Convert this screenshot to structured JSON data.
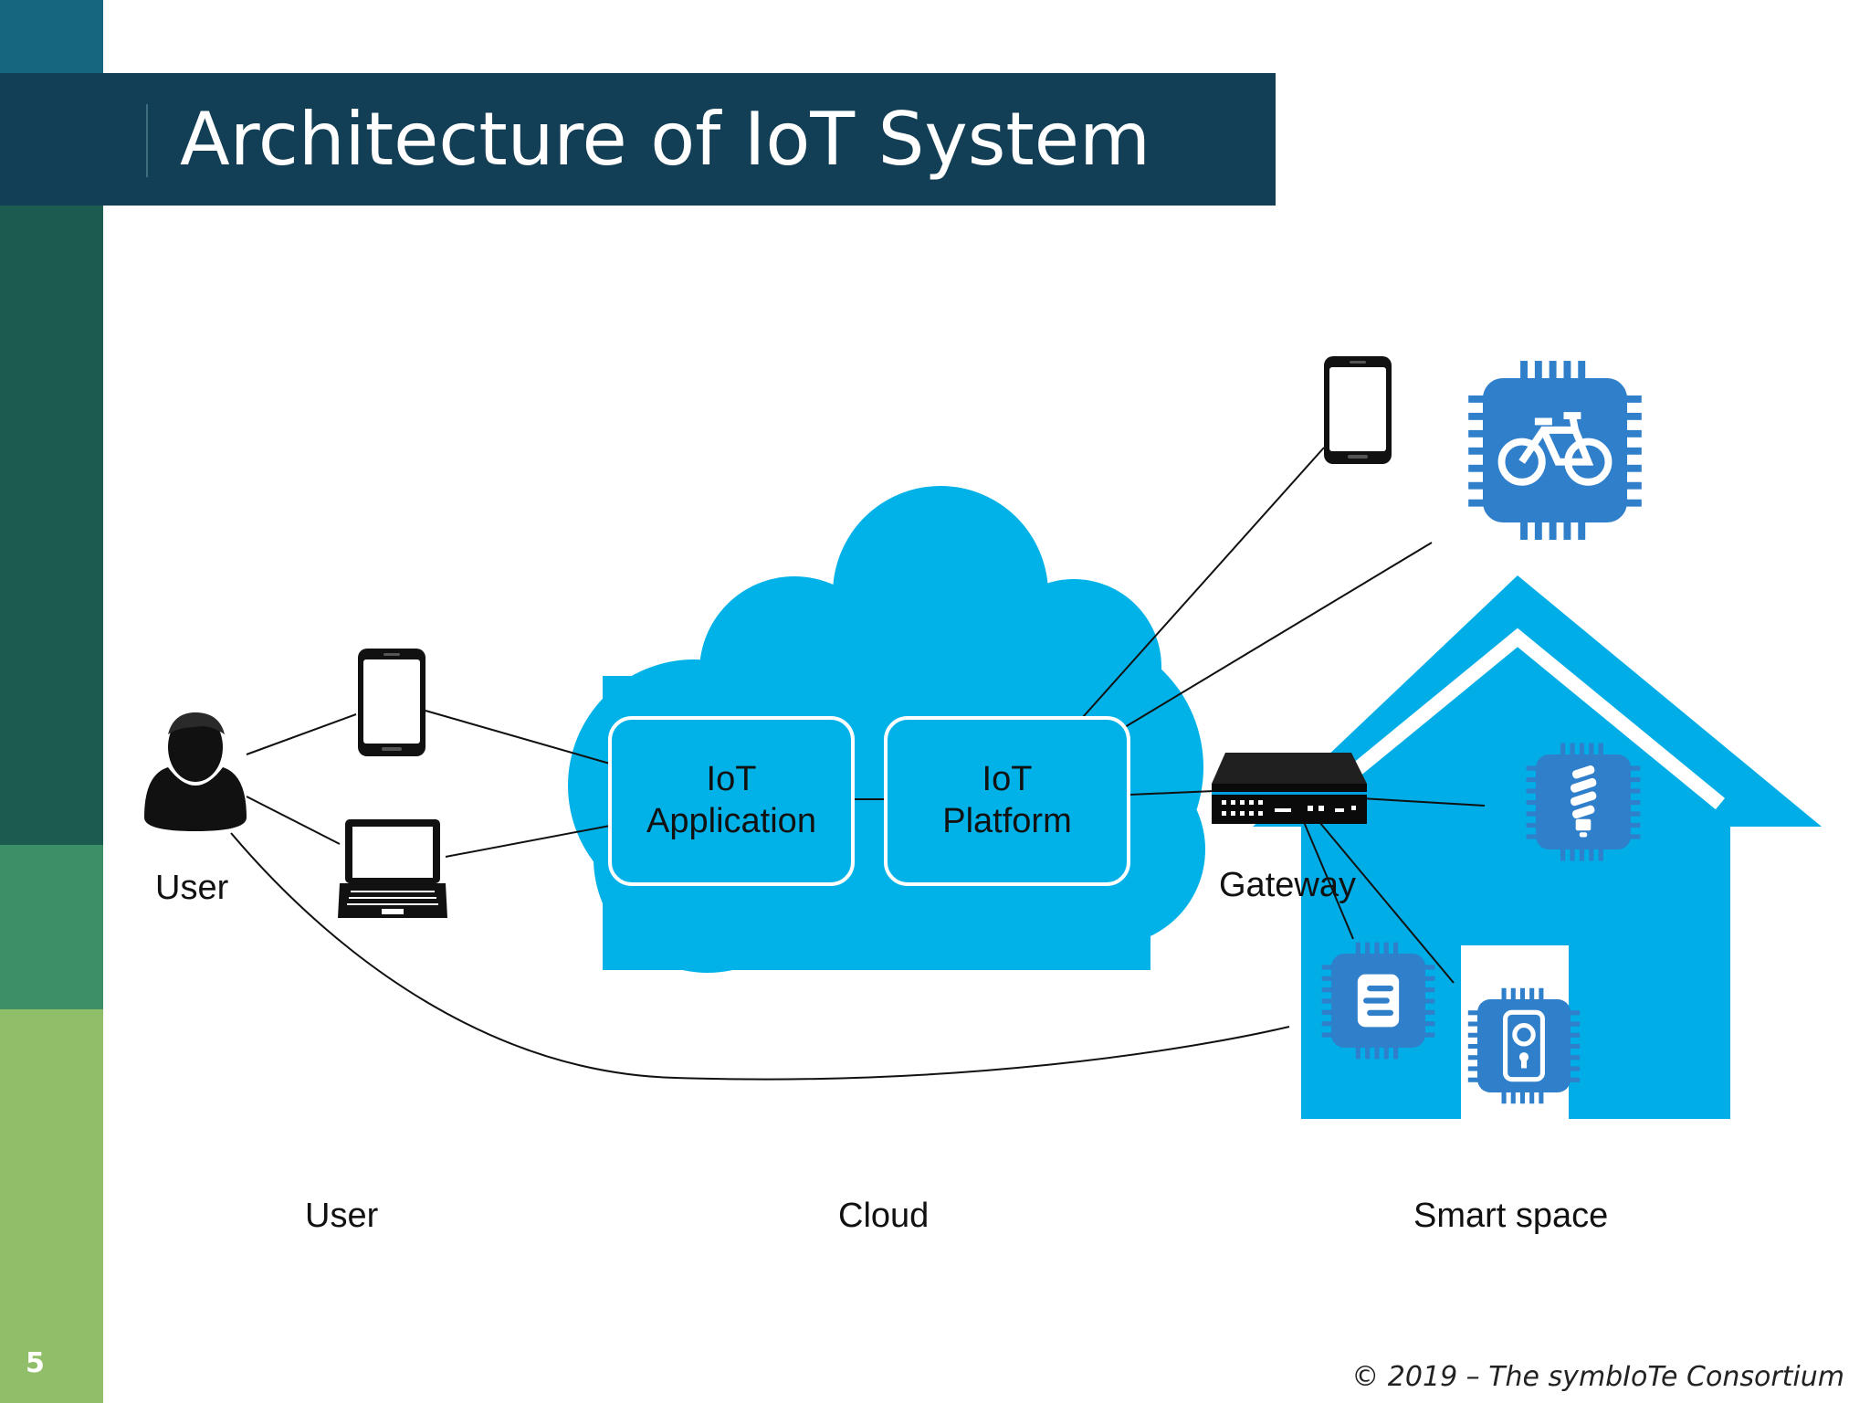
{
  "slide": {
    "title": "Architecture of IoT System",
    "page_number": "5",
    "footer": "© 2019 – The symbIoTe Consortium"
  },
  "diagram": {
    "nodes": {
      "user": "User",
      "iot_application": [
        "IoT",
        "Application"
      ],
      "iot_platform": [
        "IoT",
        "Platform"
      ],
      "gateway": "Gateway"
    },
    "columns": {
      "user": "User",
      "cloud": "Cloud",
      "smart_space": "Smart space"
    }
  },
  "colors": {
    "cloud": "#00b2e8",
    "house": "#00ade6",
    "chip": "#2f7fcb",
    "title_bar": "#133f56"
  },
  "icons": [
    "user-icon",
    "smartphone-icon",
    "laptop-icon",
    "gateway-router-icon",
    "bicycle-chip-icon",
    "bulb-chip-icon",
    "server-chip-icon",
    "lock-chip-icon"
  ]
}
